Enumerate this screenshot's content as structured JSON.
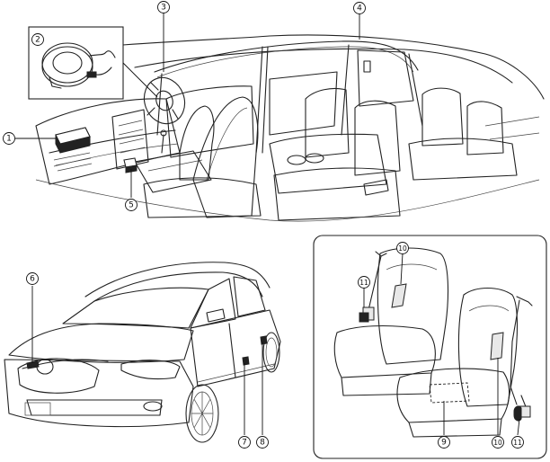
{
  "callouts": {
    "c1": "1",
    "c2": "2",
    "c3": "3",
    "c4": "4",
    "c5": "5",
    "c6": "6",
    "c7": "7",
    "c8": "8",
    "c9": "9",
    "c10a": "10",
    "c10b": "10",
    "c11a": "11",
    "c11b": "11"
  }
}
